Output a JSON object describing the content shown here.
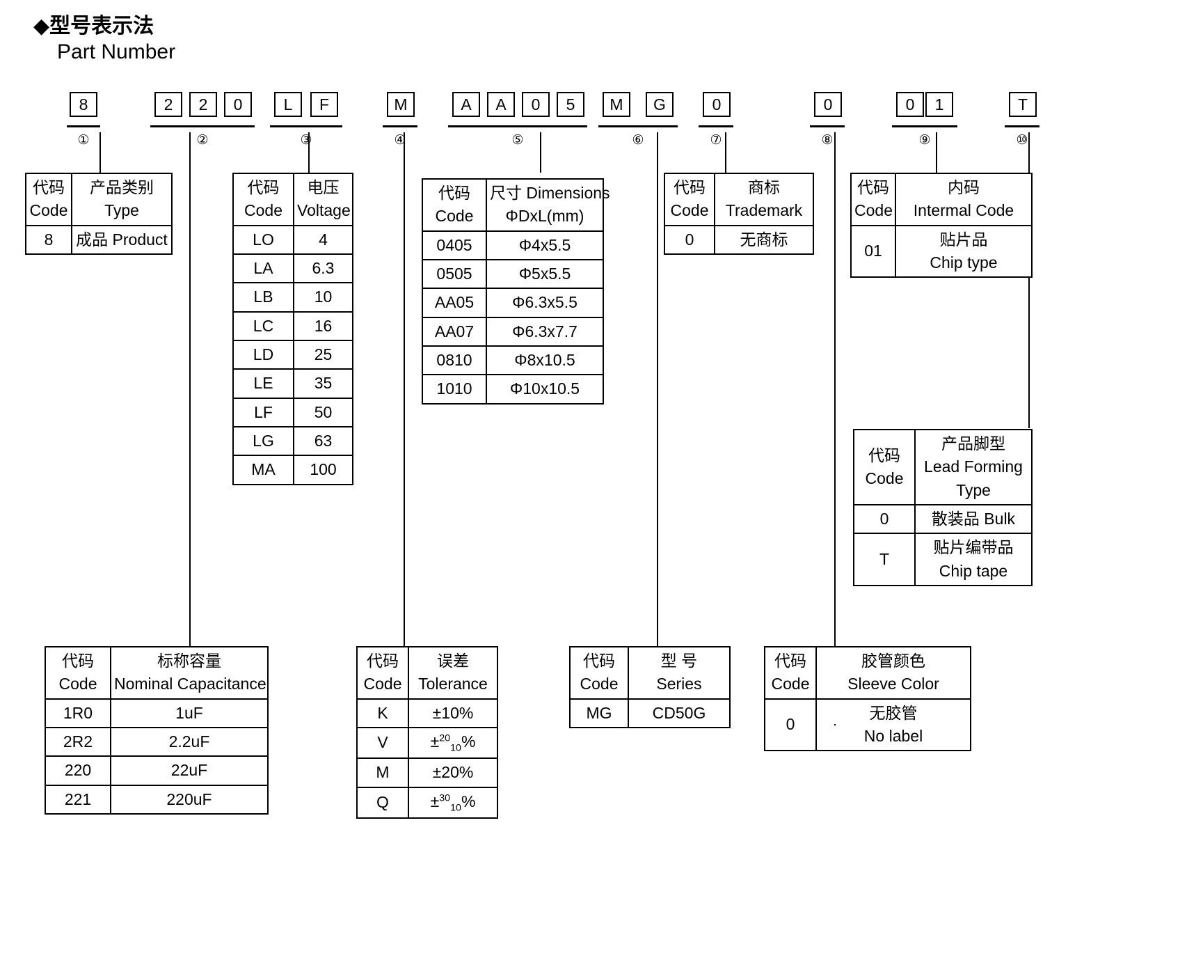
{
  "title": {
    "cn": "◆型号表示法",
    "en": "Part Number"
  },
  "part_number": {
    "groups": [
      {
        "index": "①",
        "chars": [
          "8"
        ]
      },
      {
        "index": "②",
        "chars": [
          "2",
          "2",
          "0"
        ]
      },
      {
        "index": "③",
        "chars": [
          "L",
          "F"
        ]
      },
      {
        "index": "④",
        "chars": [
          "M"
        ]
      },
      {
        "index": "⑤",
        "chars": [
          "A",
          "A",
          "0",
          "5"
        ]
      },
      {
        "index": "⑥",
        "chars": [
          "M",
          "G"
        ]
      },
      {
        "index": "⑦",
        "chars": [
          "0"
        ]
      },
      {
        "index": "⑧",
        "chars": [
          "0"
        ]
      },
      {
        "index": "⑨",
        "chars": [
          "0",
          "1"
        ]
      },
      {
        "index": "⑩",
        "chars": [
          "T"
        ]
      }
    ]
  },
  "tables": {
    "type": {
      "header_code_cn": "代码",
      "header_code_en": "Code",
      "header_value_cn": "产品类别",
      "header_value_en": "Type",
      "rows": [
        {
          "code": "8",
          "value": "成品 Product"
        }
      ]
    },
    "voltage": {
      "header_code_cn": "代码",
      "header_code_en": "Code",
      "header_value_cn": "电压",
      "header_value_en": "Voltage",
      "rows": [
        {
          "code": "LO",
          "value": "4"
        },
        {
          "code": "LA",
          "value": "6.3"
        },
        {
          "code": "LB",
          "value": "10"
        },
        {
          "code": "LC",
          "value": "16"
        },
        {
          "code": "LD",
          "value": "25"
        },
        {
          "code": "LE",
          "value": "35"
        },
        {
          "code": "LF",
          "value": "50"
        },
        {
          "code": "LG",
          "value": "63"
        },
        {
          "code": "MA",
          "value": "100"
        }
      ]
    },
    "dimensions": {
      "header_code_cn": "代码",
      "header_code_en": "Code",
      "header_value_cn": "尺寸 Dimensions",
      "header_value_en": "ΦDxL(mm)",
      "rows": [
        {
          "code": "0405",
          "value": "Φ4x5.5"
        },
        {
          "code": "0505",
          "value": "Φ5x5.5"
        },
        {
          "code": "AA05",
          "value": "Φ6.3x5.5"
        },
        {
          "code": "AA07",
          "value": "Φ6.3x7.7"
        },
        {
          "code": "0810",
          "value": "Φ8x10.5"
        },
        {
          "code": "1010",
          "value": "Φ10x10.5"
        }
      ]
    },
    "trademark": {
      "header_code_cn": "代码",
      "header_code_en": "Code",
      "header_value_cn": "商标",
      "header_value_en": "Trademark",
      "rows": [
        {
          "code": "0",
          "value": "无商标"
        }
      ]
    },
    "internal_code": {
      "header_code_cn": "代码",
      "header_code_en": "Code",
      "header_value_cn": "内码",
      "header_value_en": "Intermal Code",
      "rows": [
        {
          "code": "01",
          "value_cn": "贴片品",
          "value_en": "Chip type"
        }
      ]
    },
    "lead_forming": {
      "header_code_cn": "代码",
      "header_code_en": "Code",
      "header_value_cn": "产品脚型",
      "header_value_en": "Lead Forming Type",
      "rows": [
        {
          "code": "0",
          "value_cn": "散装品 Bulk",
          "value_en": ""
        },
        {
          "code": "T",
          "value_cn": "贴片编带品",
          "value_en": "Chip tape"
        }
      ]
    },
    "capacitance": {
      "header_code_cn": "代码",
      "header_code_en": "Code",
      "header_value_cn": "标称容量",
      "header_value_en": "Nominal Capacitance",
      "rows": [
        {
          "code": "1R0",
          "value": "1uF"
        },
        {
          "code": "2R2",
          "value": "2.2uF"
        },
        {
          "code": "220",
          "value": "22uF"
        },
        {
          "code": "221",
          "value": "220uF"
        }
      ]
    },
    "tolerance": {
      "header_code_cn": "代码",
      "header_code_en": "Code",
      "header_value_cn": "误差",
      "header_value_en": "Tolerance",
      "rows": [
        {
          "code": "K",
          "value": "±10%",
          "sup": "",
          "sub": "",
          "suffix": ""
        },
        {
          "code": "V",
          "value": "±",
          "sup": "20",
          "sub": "10",
          "suffix": "%"
        },
        {
          "code": "M",
          "value": "±20%",
          "sup": "",
          "sub": "",
          "suffix": ""
        },
        {
          "code": "Q",
          "value": "±",
          "sup": "30",
          "sub": "10",
          "suffix": "%"
        }
      ]
    },
    "series": {
      "header_code_cn": "代码",
      "header_code_en": "Code",
      "header_value_cn": "型 号",
      "header_value_en": "Series",
      "rows": [
        {
          "code": "MG",
          "value": "CD50G"
        }
      ]
    },
    "sleeve_color": {
      "header_code_cn": "代码",
      "header_code_en": "Code",
      "header_value_cn": "胶管颜色",
      "header_value_en": "Sleeve Color",
      "rows": [
        {
          "code": "0",
          "value_cn": "无胶管",
          "value_en": "No label"
        }
      ]
    }
  }
}
